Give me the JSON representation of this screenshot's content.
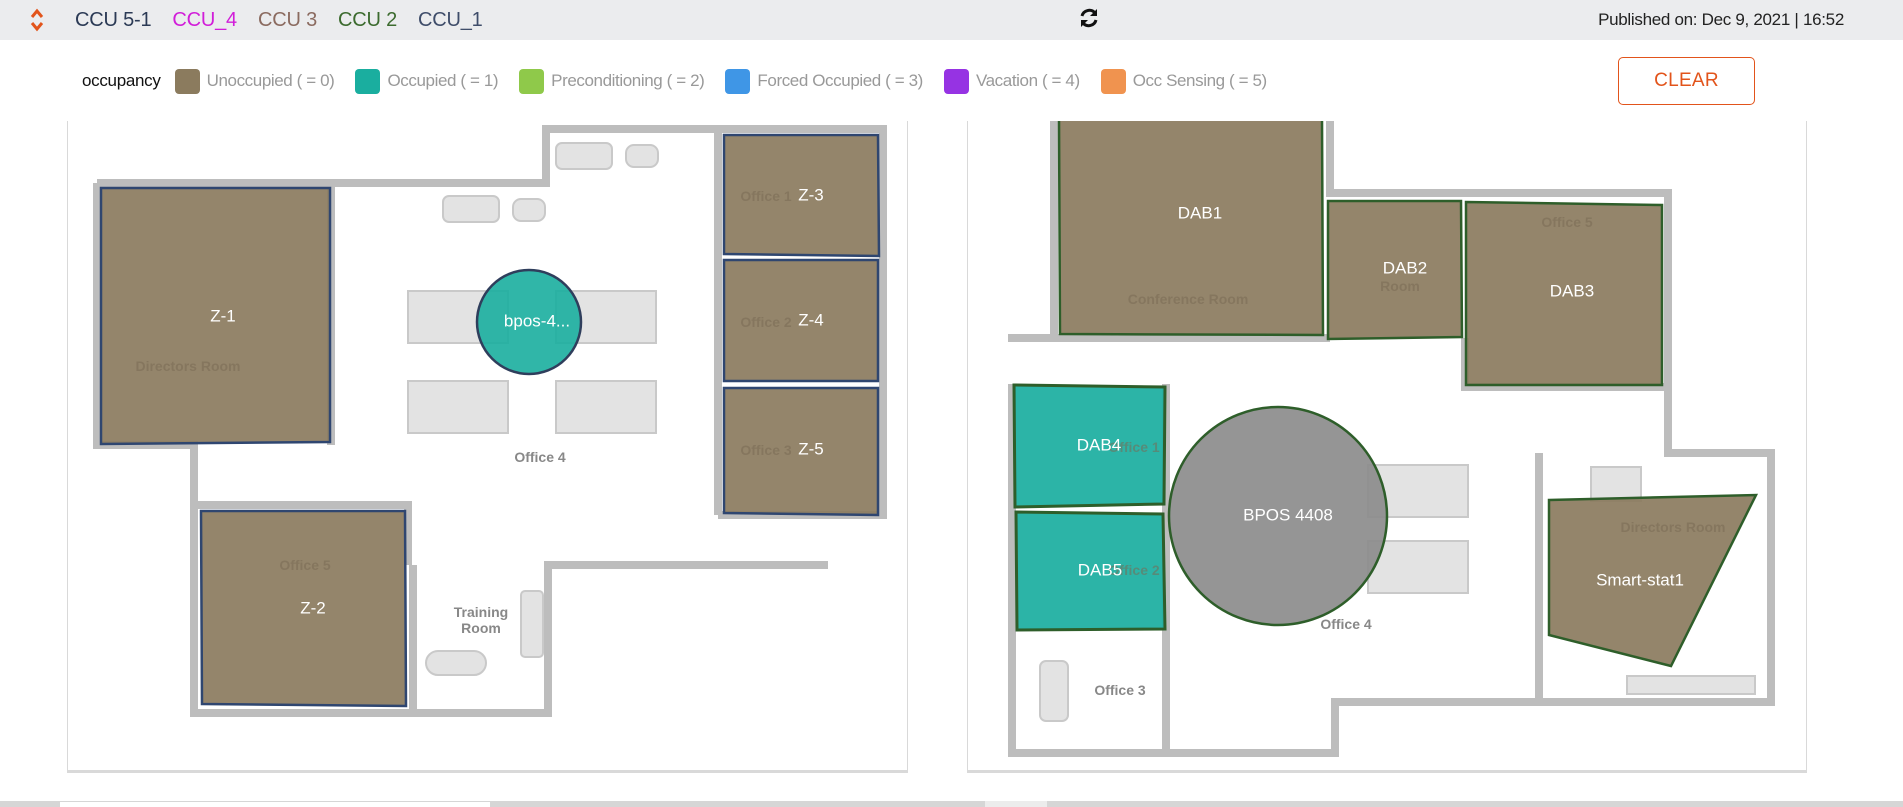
{
  "topbar": {
    "ccu_tabs": [
      {
        "label": "CCU 5-1",
        "color": "#2b3a55"
      },
      {
        "label": "CCU_4",
        "color": "#d11ed9"
      },
      {
        "label": "CCU 3",
        "color": "#8b6b60"
      },
      {
        "label": "CCU 2",
        "color": "#3c6b2f"
      },
      {
        "label": "CCU_1",
        "color": "#3f4d6a"
      }
    ],
    "published": "Published on: Dec 9, 2021 | 16:52",
    "sort_icon": "sort-updown-icon",
    "refresh_icon": "refresh-icon"
  },
  "legend": {
    "title": "occupancy",
    "items": [
      {
        "label": "Unoccupied ( = 0)",
        "color": "#8b7b5e"
      },
      {
        "label": "Occupied ( = 1)",
        "color": "#1aae9f"
      },
      {
        "label": "Preconditioning ( = 2)",
        "color": "#8fc94a"
      },
      {
        "label": "Forced Occupied ( = 3)",
        "color": "#3f96e6"
      },
      {
        "label": "Vacation ( = 4)",
        "color": "#9633e3"
      },
      {
        "label": "Occ Sensing ( = 5)",
        "color": "#f0934f"
      }
    ],
    "clear_label": "CLEAR"
  },
  "floorplans": {
    "left": {
      "zones": [
        {
          "label": "Z-1",
          "state": "Unoccupied"
        },
        {
          "label": "Z-2",
          "state": "Unoccupied"
        },
        {
          "label": "Z-3",
          "state": "Unoccupied"
        },
        {
          "label": "Z-4",
          "state": "Unoccupied"
        },
        {
          "label": "Z-5",
          "state": "Unoccupied"
        },
        {
          "label": "bpos-4...",
          "state": "Occupied"
        }
      ],
      "rooms": [
        "Directors Room",
        "Office 1",
        "Office 2",
        "Office 3",
        "Office 4",
        "Office 5",
        "Training",
        "Room"
      ]
    },
    "right": {
      "zones": [
        {
          "label": "DAB1",
          "state": "Unoccupied"
        },
        {
          "label": "DAB2",
          "state": "Unoccupied"
        },
        {
          "label": "DAB3",
          "state": "Unoccupied"
        },
        {
          "label": "DAB4",
          "state": "Occupied"
        },
        {
          "label": "DAB5",
          "state": "Occupied"
        },
        {
          "label": "BPOS 4408",
          "state": "Unknown"
        },
        {
          "label": "Smart-stat1",
          "state": "Unoccupied"
        }
      ],
      "rooms": [
        "Conference Room",
        "Room",
        "Office 5",
        "Office 1",
        "Office 2",
        "Office 3",
        "Office 4",
        "Directors Room"
      ]
    }
  }
}
